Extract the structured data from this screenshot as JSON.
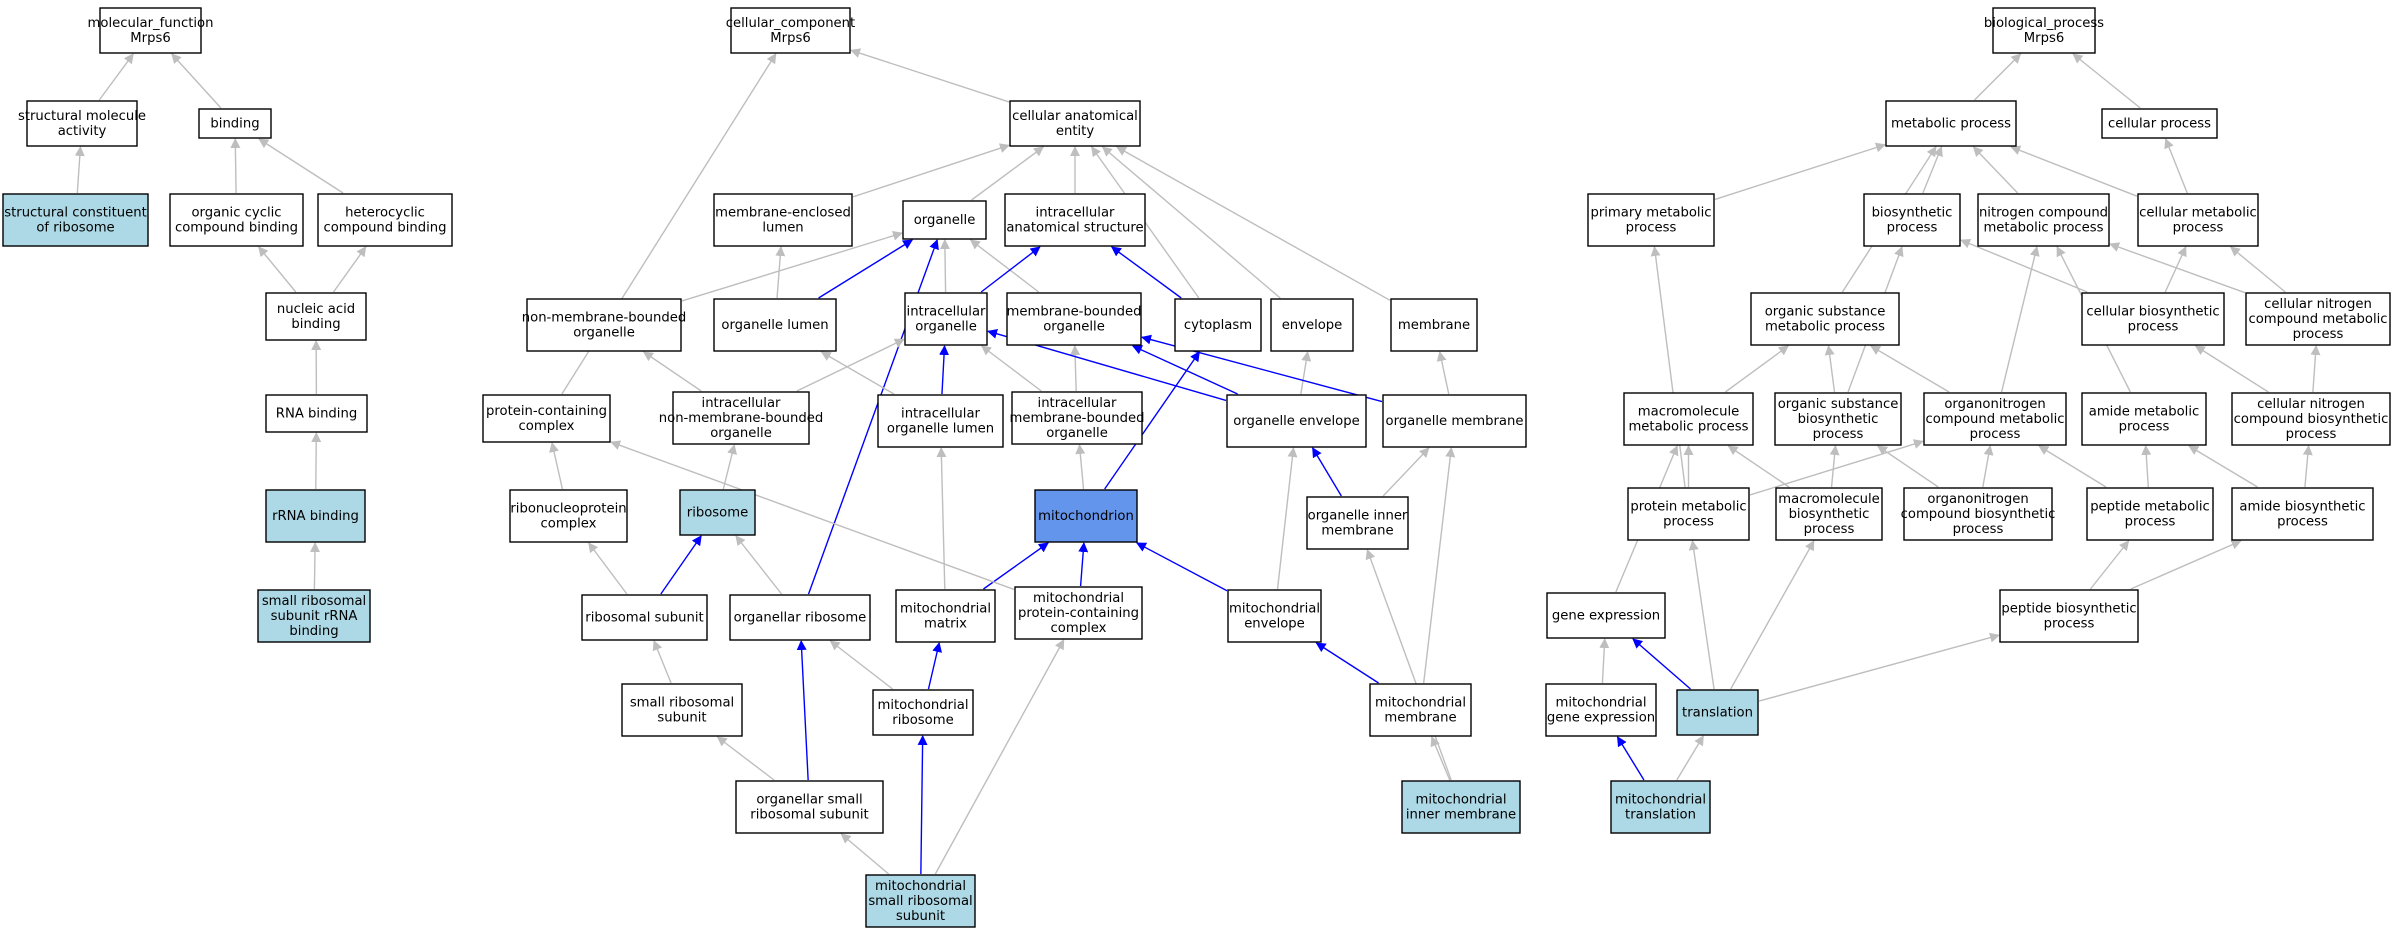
{
  "colors": {
    "default_fill": "#ffffff",
    "annotated_fill": "#add8e6",
    "focus_fill": "#6495ed",
    "gray_edge": "#bebebe",
    "blue_edge": "#0000ff"
  },
  "nodes": [
    {
      "id": "mf",
      "lines": [
        "molecular_function",
        "Mrps6"
      ],
      "kind": "default"
    },
    {
      "id": "sma",
      "lines": [
        "structural molecule",
        "activity"
      ],
      "kind": "default"
    },
    {
      "id": "binding",
      "lines": [
        "binding"
      ],
      "kind": "default"
    },
    {
      "id": "scr",
      "lines": [
        "structural constituent",
        "of ribosome"
      ],
      "kind": "annotated"
    },
    {
      "id": "occb",
      "lines": [
        "organic cyclic",
        "compound binding"
      ],
      "kind": "default"
    },
    {
      "id": "hcb",
      "lines": [
        "heterocyclic",
        "compound binding"
      ],
      "kind": "default"
    },
    {
      "id": "nab",
      "lines": [
        "nucleic acid",
        "binding"
      ],
      "kind": "default"
    },
    {
      "id": "rnab",
      "lines": [
        "RNA binding"
      ],
      "kind": "default"
    },
    {
      "id": "rrnab",
      "lines": [
        "rRNA binding"
      ],
      "kind": "annotated"
    },
    {
      "id": "ssrrna",
      "lines": [
        "small ribosomal",
        "subunit rRNA",
        "binding"
      ],
      "kind": "annotated"
    },
    {
      "id": "cc",
      "lines": [
        "cellular_component",
        "Mrps6"
      ],
      "kind": "default"
    },
    {
      "id": "cae",
      "lines": [
        "cellular anatomical",
        "entity"
      ],
      "kind": "default"
    },
    {
      "id": "mel",
      "lines": [
        "membrane-enclosed",
        "lumen"
      ],
      "kind": "default"
    },
    {
      "id": "organelle",
      "lines": [
        "organelle"
      ],
      "kind": "default"
    },
    {
      "id": "ias",
      "lines": [
        "intracellular",
        "anatomical structure"
      ],
      "kind": "default"
    },
    {
      "id": "nmbo",
      "lines": [
        "non-membrane-bounded",
        "organelle"
      ],
      "kind": "default"
    },
    {
      "id": "olumen",
      "lines": [
        "organelle lumen"
      ],
      "kind": "default"
    },
    {
      "id": "io",
      "lines": [
        "intracellular",
        "organelle"
      ],
      "kind": "default"
    },
    {
      "id": "mbo",
      "lines": [
        "membrane-bounded",
        "organelle"
      ],
      "kind": "default"
    },
    {
      "id": "cytoplasm",
      "lines": [
        "cytoplasm"
      ],
      "kind": "default"
    },
    {
      "id": "envelope",
      "lines": [
        "envelope"
      ],
      "kind": "default"
    },
    {
      "id": "membrane",
      "lines": [
        "membrane"
      ],
      "kind": "default"
    },
    {
      "id": "pcc",
      "lines": [
        "protein-containing",
        "complex"
      ],
      "kind": "default"
    },
    {
      "id": "inmbo",
      "lines": [
        "intracellular",
        "non-membrane-bounded",
        "organelle"
      ],
      "kind": "default"
    },
    {
      "id": "iol",
      "lines": [
        "intracellular",
        "organelle lumen"
      ],
      "kind": "default"
    },
    {
      "id": "imbo",
      "lines": [
        "intracellular",
        "membrane-bounded",
        "organelle"
      ],
      "kind": "default"
    },
    {
      "id": "oenv",
      "lines": [
        "organelle envelope"
      ],
      "kind": "default"
    },
    {
      "id": "omem",
      "lines": [
        "organelle membrane"
      ],
      "kind": "default"
    },
    {
      "id": "rnpc",
      "lines": [
        "ribonucleoprotein",
        "complex"
      ],
      "kind": "default"
    },
    {
      "id": "ribosome",
      "lines": [
        "ribosome"
      ],
      "kind": "annotated"
    },
    {
      "id": "mito",
      "lines": [
        "mitochondrion"
      ],
      "kind": "focus"
    },
    {
      "id": "oim",
      "lines": [
        "organelle inner",
        "membrane"
      ],
      "kind": "default"
    },
    {
      "id": "rsub",
      "lines": [
        "ribosomal subunit"
      ],
      "kind": "default"
    },
    {
      "id": "orib",
      "lines": [
        "organellar ribosome"
      ],
      "kind": "default"
    },
    {
      "id": "mmatrix",
      "lines": [
        "mitochondrial",
        "matrix"
      ],
      "kind": "default"
    },
    {
      "id": "mpcc",
      "lines": [
        "mitochondrial",
        "protein-containing",
        "complex"
      ],
      "kind": "default"
    },
    {
      "id": "menv",
      "lines": [
        "mitochondrial",
        "envelope"
      ],
      "kind": "default"
    },
    {
      "id": "srs",
      "lines": [
        "small ribosomal",
        "subunit"
      ],
      "kind": "default"
    },
    {
      "id": "mrib",
      "lines": [
        "mitochondrial",
        "ribosome"
      ],
      "kind": "default"
    },
    {
      "id": "mmem",
      "lines": [
        "mitochondrial",
        "membrane"
      ],
      "kind": "default"
    },
    {
      "id": "osrs",
      "lines": [
        "organellar small",
        "ribosomal subunit"
      ],
      "kind": "default"
    },
    {
      "id": "mim",
      "lines": [
        "mitochondrial",
        "inner membrane"
      ],
      "kind": "annotated"
    },
    {
      "id": "msrs",
      "lines": [
        "mitochondrial",
        "small ribosomal",
        "subunit"
      ],
      "kind": "annotated"
    },
    {
      "id": "bp",
      "lines": [
        "biological_process",
        "Mrps6"
      ],
      "kind": "default"
    },
    {
      "id": "metp",
      "lines": [
        "metabolic process"
      ],
      "kind": "default"
    },
    {
      "id": "cellp",
      "lines": [
        "cellular process"
      ],
      "kind": "default"
    },
    {
      "id": "pmp",
      "lines": [
        "primary metabolic",
        "process"
      ],
      "kind": "default"
    },
    {
      "id": "biosyn",
      "lines": [
        "biosynthetic",
        "process"
      ],
      "kind": "default"
    },
    {
      "id": "ncmp",
      "lines": [
        "nitrogen compound",
        "metabolic process"
      ],
      "kind": "default"
    },
    {
      "id": "cmp",
      "lines": [
        "cellular metabolic",
        "process"
      ],
      "kind": "default"
    },
    {
      "id": "osmp",
      "lines": [
        "organic substance",
        "metabolic process"
      ],
      "kind": "default"
    },
    {
      "id": "cbp",
      "lines": [
        "cellular biosynthetic",
        "process"
      ],
      "kind": "default"
    },
    {
      "id": "cncmp",
      "lines": [
        "cellular nitrogen",
        "compound metabolic",
        "process"
      ],
      "kind": "default"
    },
    {
      "id": "mmp",
      "lines": [
        "macromolecule",
        "metabolic process"
      ],
      "kind": "default"
    },
    {
      "id": "osbp",
      "lines": [
        "organic substance",
        "biosynthetic",
        "process"
      ],
      "kind": "default"
    },
    {
      "id": "oncmp",
      "lines": [
        "organonitrogen",
        "compound metabolic",
        "process"
      ],
      "kind": "default"
    },
    {
      "id": "amp",
      "lines": [
        "amide metabolic",
        "process"
      ],
      "kind": "default"
    },
    {
      "id": "cncbp",
      "lines": [
        "cellular nitrogen",
        "compound biosynthetic",
        "process"
      ],
      "kind": "default"
    },
    {
      "id": "protmp",
      "lines": [
        "protein metabolic",
        "process"
      ],
      "kind": "default"
    },
    {
      "id": "mbp",
      "lines": [
        "macromolecule",
        "biosynthetic",
        "process"
      ],
      "kind": "default"
    },
    {
      "id": "oncbp",
      "lines": [
        "organonitrogen",
        "compound biosynthetic",
        "process"
      ],
      "kind": "default"
    },
    {
      "id": "pepmp",
      "lines": [
        "peptide metabolic",
        "process"
      ],
      "kind": "default"
    },
    {
      "id": "abp",
      "lines": [
        "amide biosynthetic",
        "process"
      ],
      "kind": "default"
    },
    {
      "id": "gexp",
      "lines": [
        "gene expression"
      ],
      "kind": "default"
    },
    {
      "id": "pbp",
      "lines": [
        "peptide biosynthetic",
        "process"
      ],
      "kind": "default"
    },
    {
      "id": "mgexp",
      "lines": [
        "mitochondrial",
        "gene expression"
      ],
      "kind": "default"
    },
    {
      "id": "transl",
      "lines": [
        "translation"
      ],
      "kind": "annotated"
    },
    {
      "id": "mtransl",
      "lines": [
        "mitochondrial",
        "translation"
      ],
      "kind": "annotated"
    }
  ],
  "edges": [
    {
      "from": "sma",
      "to": "mf",
      "kind": "gray"
    },
    {
      "from": "binding",
      "to": "mf",
      "kind": "gray"
    },
    {
      "from": "scr",
      "to": "sma",
      "kind": "gray"
    },
    {
      "from": "occb",
      "to": "binding",
      "kind": "gray"
    },
    {
      "from": "hcb",
      "to": "binding",
      "kind": "gray"
    },
    {
      "from": "nab",
      "to": "occb",
      "kind": "gray"
    },
    {
      "from": "nab",
      "to": "hcb",
      "kind": "gray"
    },
    {
      "from": "rnab",
      "to": "nab",
      "kind": "gray"
    },
    {
      "from": "rrnab",
      "to": "rnab",
      "kind": "gray"
    },
    {
      "from": "ssrrna",
      "to": "rrnab",
      "kind": "gray"
    },
    {
      "from": "cae",
      "to": "cc",
      "kind": "gray"
    },
    {
      "from": "pcc",
      "to": "cc",
      "kind": "gray"
    },
    {
      "from": "mel",
      "to": "cae",
      "kind": "gray"
    },
    {
      "from": "organelle",
      "to": "cae",
      "kind": "gray"
    },
    {
      "from": "ias",
      "to": "cae",
      "kind": "gray"
    },
    {
      "from": "cytoplasm",
      "to": "cae",
      "kind": "gray"
    },
    {
      "from": "envelope",
      "to": "cae",
      "kind": "gray"
    },
    {
      "from": "membrane",
      "to": "cae",
      "kind": "gray"
    },
    {
      "from": "nmbo",
      "to": "organelle",
      "kind": "gray"
    },
    {
      "from": "olumen",
      "to": "organelle",
      "kind": "blue"
    },
    {
      "from": "io",
      "to": "organelle",
      "kind": "gray"
    },
    {
      "from": "mbo",
      "to": "organelle",
      "kind": "gray"
    },
    {
      "from": "olumen",
      "to": "mel",
      "kind": "gray"
    },
    {
      "from": "io",
      "to": "ias",
      "kind": "blue"
    },
    {
      "from": "cytoplasm",
      "to": "ias",
      "kind": "blue"
    },
    {
      "from": "orib",
      "to": "organelle",
      "kind": "blue"
    },
    {
      "from": "inmbo",
      "to": "nmbo",
      "kind": "gray"
    },
    {
      "from": "inmbo",
      "to": "io",
      "kind": "gray"
    },
    {
      "from": "iol",
      "to": "io",
      "kind": "blue"
    },
    {
      "from": "iol",
      "to": "olumen",
      "kind": "gray"
    },
    {
      "from": "imbo",
      "to": "io",
      "kind": "gray"
    },
    {
      "from": "imbo",
      "to": "mbo",
      "kind": "gray"
    },
    {
      "from": "oenv",
      "to": "io",
      "kind": "blue"
    },
    {
      "from": "oenv",
      "to": "mbo",
      "kind": "blue"
    },
    {
      "from": "oenv",
      "to": "envelope",
      "kind": "gray"
    },
    {
      "from": "omem",
      "to": "mbo",
      "kind": "blue"
    },
    {
      "from": "omem",
      "to": "membrane",
      "kind": "gray"
    },
    {
      "from": "rnpc",
      "to": "pcc",
      "kind": "gray"
    },
    {
      "from": "ribosome",
      "to": "inmbo",
      "kind": "gray"
    },
    {
      "from": "mito",
      "to": "imbo",
      "kind": "gray"
    },
    {
      "from": "mito",
      "to": "cytoplasm",
      "kind": "blue"
    },
    {
      "from": "oim",
      "to": "oenv",
      "kind": "blue"
    },
    {
      "from": "oim",
      "to": "omem",
      "kind": "gray"
    },
    {
      "from": "rsub",
      "to": "rnpc",
      "kind": "gray"
    },
    {
      "from": "rsub",
      "to": "ribosome",
      "kind": "blue"
    },
    {
      "from": "orib",
      "to": "ribosome",
      "kind": "gray"
    },
    {
      "from": "mmatrix",
      "to": "iol",
      "kind": "gray"
    },
    {
      "from": "mmatrix",
      "to": "mito",
      "kind": "blue"
    },
    {
      "from": "mpcc",
      "to": "mito",
      "kind": "blue"
    },
    {
      "from": "mpcc",
      "to": "pcc",
      "kind": "gray"
    },
    {
      "from": "menv",
      "to": "mito",
      "kind": "blue"
    },
    {
      "from": "menv",
      "to": "oenv",
      "kind": "gray"
    },
    {
      "from": "srs",
      "to": "rsub",
      "kind": "gray"
    },
    {
      "from": "mrib",
      "to": "mmatrix",
      "kind": "blue"
    },
    {
      "from": "mrib",
      "to": "orib",
      "kind": "gray"
    },
    {
      "from": "mmem",
      "to": "menv",
      "kind": "blue"
    },
    {
      "from": "mmem",
      "to": "omem",
      "kind": "gray"
    },
    {
      "from": "osrs",
      "to": "srs",
      "kind": "gray"
    },
    {
      "from": "osrs",
      "to": "orib",
      "kind": "blue"
    },
    {
      "from": "mim",
      "to": "mmem",
      "kind": "gray"
    },
    {
      "from": "mim",
      "to": "oim",
      "kind": "gray"
    },
    {
      "from": "msrs",
      "to": "osrs",
      "kind": "gray"
    },
    {
      "from": "msrs",
      "to": "mrib",
      "kind": "blue"
    },
    {
      "from": "msrs",
      "to": "mpcc",
      "kind": "gray"
    },
    {
      "from": "metp",
      "to": "bp",
      "kind": "gray"
    },
    {
      "from": "cellp",
      "to": "bp",
      "kind": "gray"
    },
    {
      "from": "pmp",
      "to": "metp",
      "kind": "gray"
    },
    {
      "from": "biosyn",
      "to": "metp",
      "kind": "gray"
    },
    {
      "from": "ncmp",
      "to": "metp",
      "kind": "gray"
    },
    {
      "from": "cmp",
      "to": "metp",
      "kind": "gray"
    },
    {
      "from": "osmp",
      "to": "metp",
      "kind": "gray"
    },
    {
      "from": "cmp",
      "to": "cellp",
      "kind": "gray"
    },
    {
      "from": "cbp",
      "to": "biosyn",
      "kind": "gray"
    },
    {
      "from": "cbp",
      "to": "cmp",
      "kind": "gray"
    },
    {
      "from": "cncmp",
      "to": "ncmp",
      "kind": "gray"
    },
    {
      "from": "cncmp",
      "to": "cmp",
      "kind": "gray"
    },
    {
      "from": "mmp",
      "to": "osmp",
      "kind": "gray"
    },
    {
      "from": "osbp",
      "to": "osmp",
      "kind": "gray"
    },
    {
      "from": "osbp",
      "to": "biosyn",
      "kind": "gray"
    },
    {
      "from": "oncmp",
      "to": "osmp",
      "kind": "gray"
    },
    {
      "from": "oncmp",
      "to": "ncmp",
      "kind": "gray"
    },
    {
      "from": "amp",
      "to": "ncmp",
      "kind": "gray"
    },
    {
      "from": "cncbp",
      "to": "cbp",
      "kind": "gray"
    },
    {
      "from": "cncbp",
      "to": "cncmp",
      "kind": "gray"
    },
    {
      "from": "protmp",
      "to": "mmp",
      "kind": "gray"
    },
    {
      "from": "protmp",
      "to": "oncmp",
      "kind": "gray"
    },
    {
      "from": "protmp",
      "to": "pmp",
      "kind": "gray"
    },
    {
      "from": "mbp",
      "to": "mmp",
      "kind": "gray"
    },
    {
      "from": "mbp",
      "to": "osbp",
      "kind": "gray"
    },
    {
      "from": "oncbp",
      "to": "oncmp",
      "kind": "gray"
    },
    {
      "from": "oncbp",
      "to": "osbp",
      "kind": "gray"
    },
    {
      "from": "pepmp",
      "to": "oncmp",
      "kind": "gray"
    },
    {
      "from": "pepmp",
      "to": "amp",
      "kind": "gray"
    },
    {
      "from": "abp",
      "to": "amp",
      "kind": "gray"
    },
    {
      "from": "abp",
      "to": "cncbp",
      "kind": "gray"
    },
    {
      "from": "gexp",
      "to": "mmp",
      "kind": "gray"
    },
    {
      "from": "pbp",
      "to": "pepmp",
      "kind": "gray"
    },
    {
      "from": "pbp",
      "to": "abp",
      "kind": "gray"
    },
    {
      "from": "mgexp",
      "to": "gexp",
      "kind": "gray"
    },
    {
      "from": "transl",
      "to": "gexp",
      "kind": "blue"
    },
    {
      "from": "transl",
      "to": "protmp",
      "kind": "gray"
    },
    {
      "from": "transl",
      "to": "mbp",
      "kind": "gray"
    },
    {
      "from": "transl",
      "to": "pbp",
      "kind": "gray"
    },
    {
      "from": "mtransl",
      "to": "mgexp",
      "kind": "blue"
    },
    {
      "from": "mtransl",
      "to": "transl",
      "kind": "gray"
    }
  ]
}
